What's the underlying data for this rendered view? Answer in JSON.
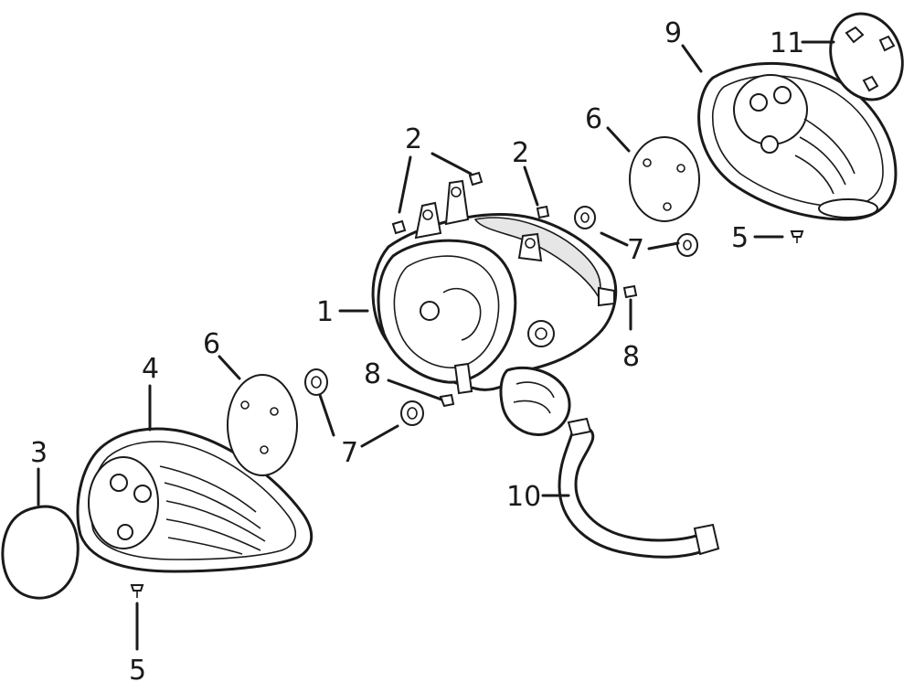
{
  "callouts": [
    {
      "id": "c1",
      "label": "1"
    },
    {
      "id": "c2a",
      "label": "2"
    },
    {
      "id": "c2b",
      "label": "2"
    },
    {
      "id": "c3",
      "label": "3"
    },
    {
      "id": "c4",
      "label": "4"
    },
    {
      "id": "c5a",
      "label": "5"
    },
    {
      "id": "c5b",
      "label": "5"
    },
    {
      "id": "c6a",
      "label": "6"
    },
    {
      "id": "c6b",
      "label": "6"
    },
    {
      "id": "c7a",
      "label": "7"
    },
    {
      "id": "c7b",
      "label": "7"
    },
    {
      "id": "c8a",
      "label": "8"
    },
    {
      "id": "c8b",
      "label": "8"
    },
    {
      "id": "c9",
      "label": "9"
    },
    {
      "id": "c10",
      "label": "10"
    },
    {
      "id": "c11",
      "label": "11"
    }
  ]
}
